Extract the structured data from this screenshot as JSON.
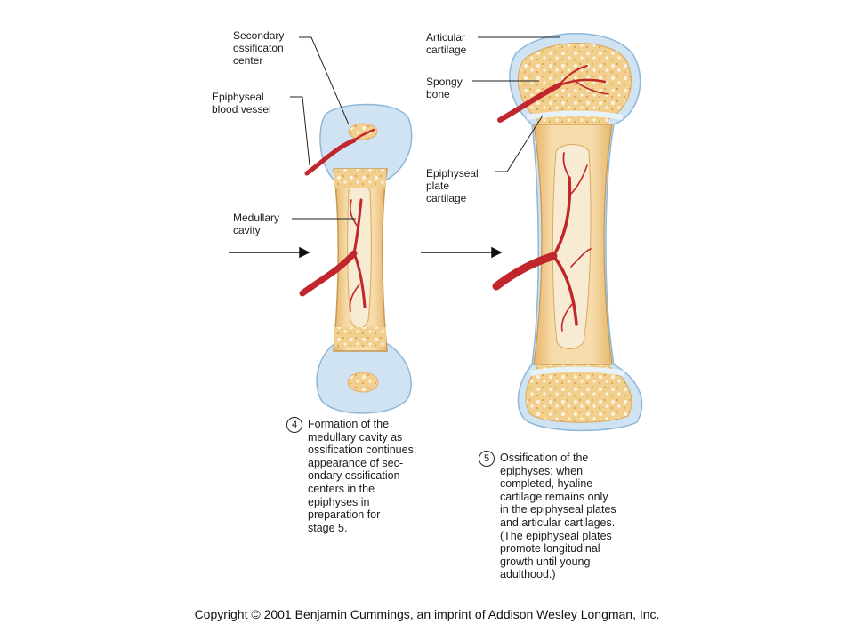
{
  "stage4": {
    "number": "4",
    "caption": "Formation of the\nmedullary cavity as\nossification continues;\nappearance of sec-\nondary ossification\ncenters in the\nepiphyses in\npreparation for\nstage 5."
  },
  "stage5": {
    "number": "5",
    "caption": "Ossification of the\nepiphyses; when\ncompleted, hyaline\ncartilage remains only\nin the epiphyseal plates\nand articular cartilages.\n(The epiphyseal plates\npromote longitudinal\ngrowth until young\nadulthood.)"
  },
  "labels": {
    "secondary_ossification_center": "Secondary\nossificaton\ncenter",
    "epiphyseal_blood_vessel": "Epiphyseal\nblood vessel",
    "medullary_cavity": "Medullary\ncavity",
    "articular_cartilage": "Articular\ncartilage",
    "spongy_bone": "Spongy\nbone",
    "epiphyseal_plate_cartilage": "Epiphyseal\nplate\ncartilage"
  },
  "colors": {
    "cartilage": "#cfe3f3",
    "bone": "#f4d9a3",
    "bone_edge": "#d9a860",
    "vessel": "#c0262b",
    "spongy": "#f7f1e4"
  },
  "copyright": "Copyright © 2001 Benjamin Cummings, an imprint of Addison Wesley Longman, Inc."
}
